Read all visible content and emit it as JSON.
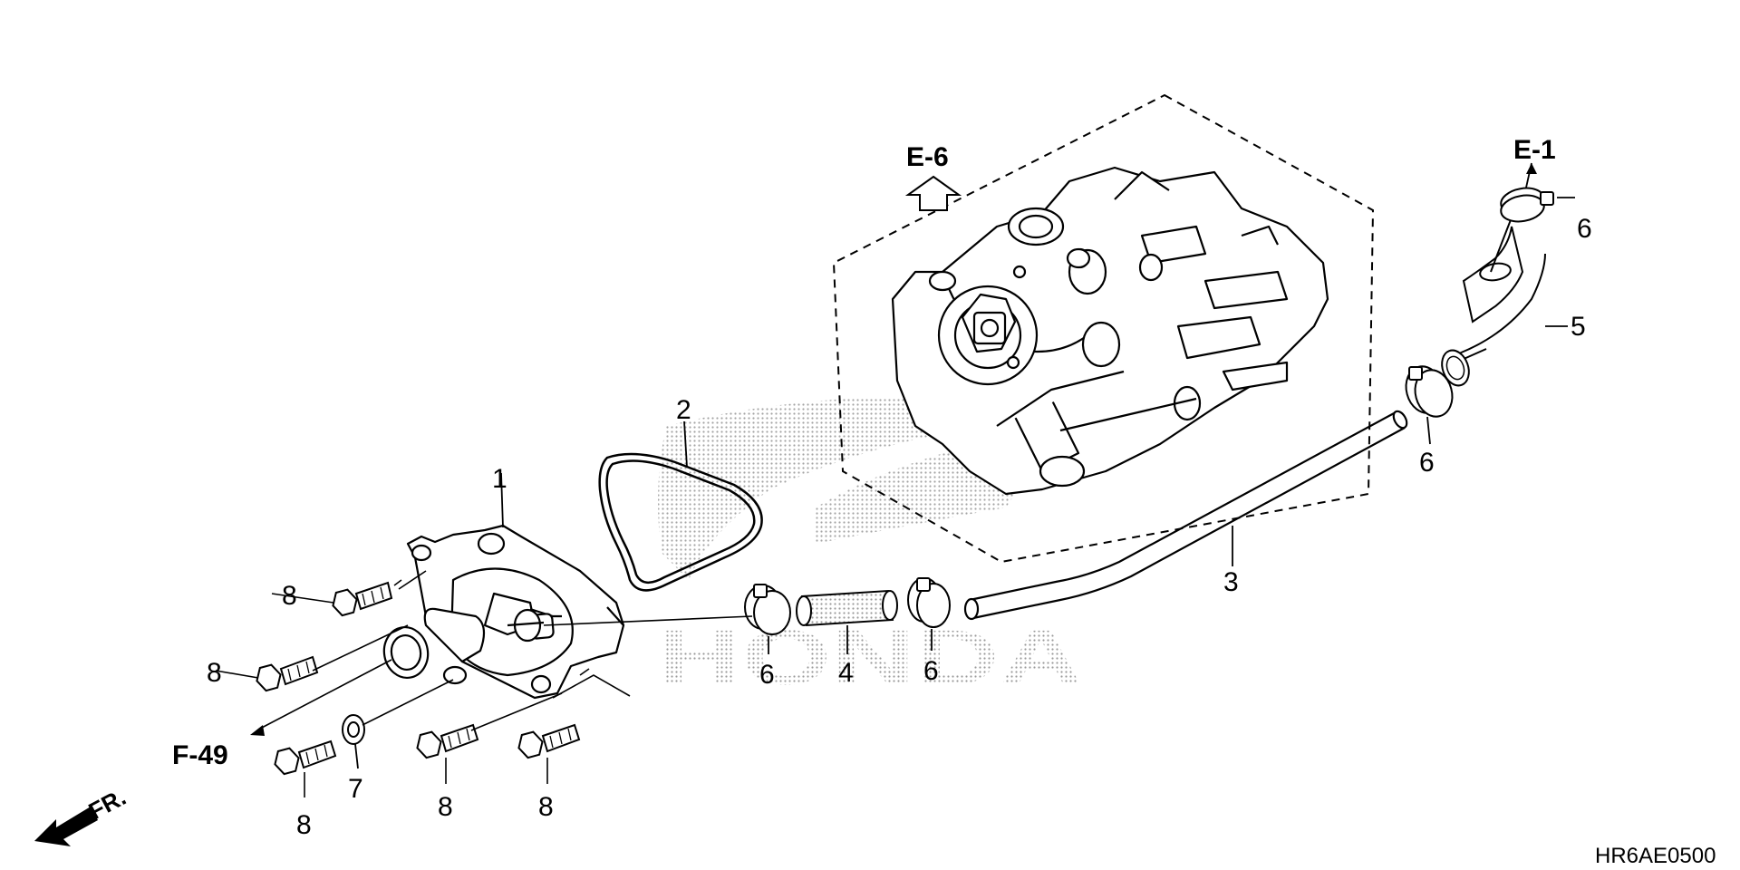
{
  "labels": {
    "p1": "1",
    "p2": "2",
    "p3": "3",
    "p4": "4",
    "p5": "5",
    "p6a": "6",
    "p6b": "6",
    "p6c": "6",
    "p6d": "6",
    "p7": "7",
    "p8a": "8",
    "p8b": "8",
    "p8c": "8",
    "p8d": "8",
    "p8e": "8"
  },
  "refs": {
    "e6": "E-6",
    "e1": "E-1",
    "f49": "F-49"
  },
  "direction": "FR.",
  "diagram_code": "HR6AE0500",
  "watermark": "HONDA",
  "colors": {
    "line": "#000000",
    "stipple": "#b0b0b0",
    "background": "#ffffff"
  }
}
